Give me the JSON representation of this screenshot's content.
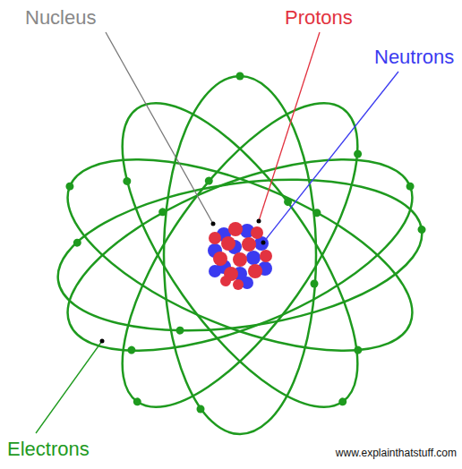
{
  "diagram": {
    "labels": [
      "Nucleus",
      "Protons",
      "Neutrons",
      "Electrons",
      "www.explainthatstuff.com"
    ]
  }
}
